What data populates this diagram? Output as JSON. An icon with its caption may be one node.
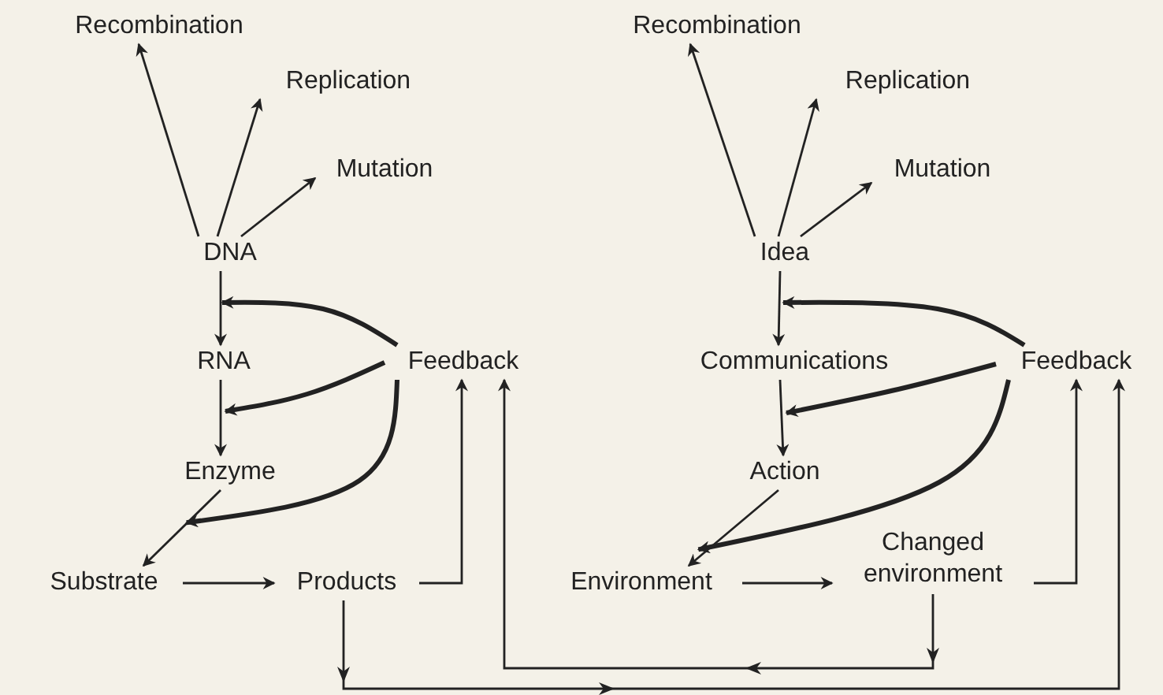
{
  "diagram": {
    "nodes": [
      {
        "text": [
          "Recombination"
        ]
      },
      {
        "text": [
          "Replication"
        ]
      },
      {
        "text": [
          "Mutation"
        ]
      },
      {
        "text": [
          "DNA"
        ]
      },
      {
        "text": [
          "RNA"
        ]
      },
      {
        "text": [
          "Feedback"
        ]
      },
      {
        "text": [
          "Enzyme"
        ]
      },
      {
        "text": [
          "Substrate"
        ]
      },
      {
        "text": [
          "Products"
        ]
      },
      {
        "text": [
          "Recombination"
        ]
      },
      {
        "text": [
          "Replication"
        ]
      },
      {
        "text": [
          "Mutation"
        ]
      },
      {
        "text": [
          "Idea"
        ]
      },
      {
        "text": [
          "Communications"
        ]
      },
      {
        "text": [
          "Feedback"
        ]
      },
      {
        "text": [
          "Action"
        ]
      },
      {
        "text": [
          "Environment"
        ]
      },
      {
        "text": [
          "Changed environment"
        ]
      }
    ],
    "edges": [
      {
        "from": 3,
        "to": 0,
        "arrow": "to"
      },
      {
        "from": 3,
        "to": 1,
        "arrow": "to"
      },
      {
        "from": 3,
        "to": 2,
        "arrow": "to"
      },
      {
        "from": 3,
        "to": 4,
        "arrow": "to"
      },
      {
        "from": 5,
        "to": 3,
        "arrow": "to",
        "style": "thick"
      },
      {
        "from": 4,
        "to": 6,
        "arrow": "to"
      },
      {
        "from": 5,
        "to": 4,
        "arrow": "to",
        "style": "thick"
      },
      {
        "from": 6,
        "to": 7,
        "arrow": "to"
      },
      {
        "from": 5,
        "to": 6,
        "arrow": "to",
        "style": "thick"
      },
      {
        "from": 7,
        "to": 8,
        "arrow": "to"
      },
      {
        "from": 8,
        "to": 5,
        "arrow": "to"
      },
      {
        "from": 8,
        "to": 14,
        "arrow": "to"
      },
      {
        "from": 17,
        "to": 5,
        "arrow": "to"
      },
      {
        "from": 17,
        "to": 14,
        "arrow": "to"
      },
      {
        "from": 16,
        "to": 17,
        "arrow": "to"
      },
      {
        "from": 12,
        "to": 9,
        "arrow": "to"
      },
      {
        "from": 12,
        "to": 10,
        "arrow": "to"
      },
      {
        "from": 12,
        "to": 11,
        "arrow": "to"
      },
      {
        "from": 12,
        "to": 13,
        "arrow": "to"
      },
      {
        "from": 14,
        "to": 12,
        "arrow": "to",
        "style": "thick"
      },
      {
        "from": 13,
        "to": 15,
        "arrow": "to"
      },
      {
        "from": 14,
        "to": 15,
        "arrow": "to",
        "style": "thick"
      },
      {
        "from": 15,
        "to": 16,
        "arrow": "to"
      },
      {
        "from": 14,
        "to": 16,
        "arrow": "to",
        "style": "thick"
      }
    ]
  }
}
